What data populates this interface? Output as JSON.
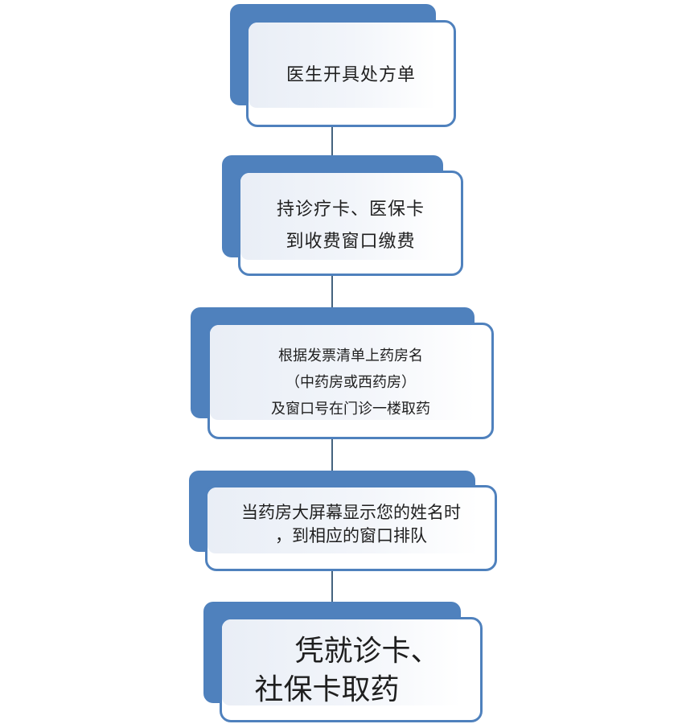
{
  "steps": [
    {
      "lines": [
        "医生开具处方单"
      ]
    },
    {
      "lines": [
        "持诊疗卡、医保卡",
        "到收费窗口缴费"
      ]
    },
    {
      "lines": [
        "根据发票清单上药房名",
        "（中药房或西药房）",
        "及窗口号在门诊一楼取药"
      ]
    },
    {
      "lines": [
        "当药房大屏幕显示您的姓名时",
        "，到相应的窗口排队"
      ]
    },
    {
      "lines": [
        "凭就诊卡、",
        "社保卡取药"
      ]
    }
  ],
  "colors": {
    "box_fill": "#4f81bd",
    "box_border": "#4f81bd",
    "connector": "#45637f",
    "text": "#1f1f1f"
  }
}
